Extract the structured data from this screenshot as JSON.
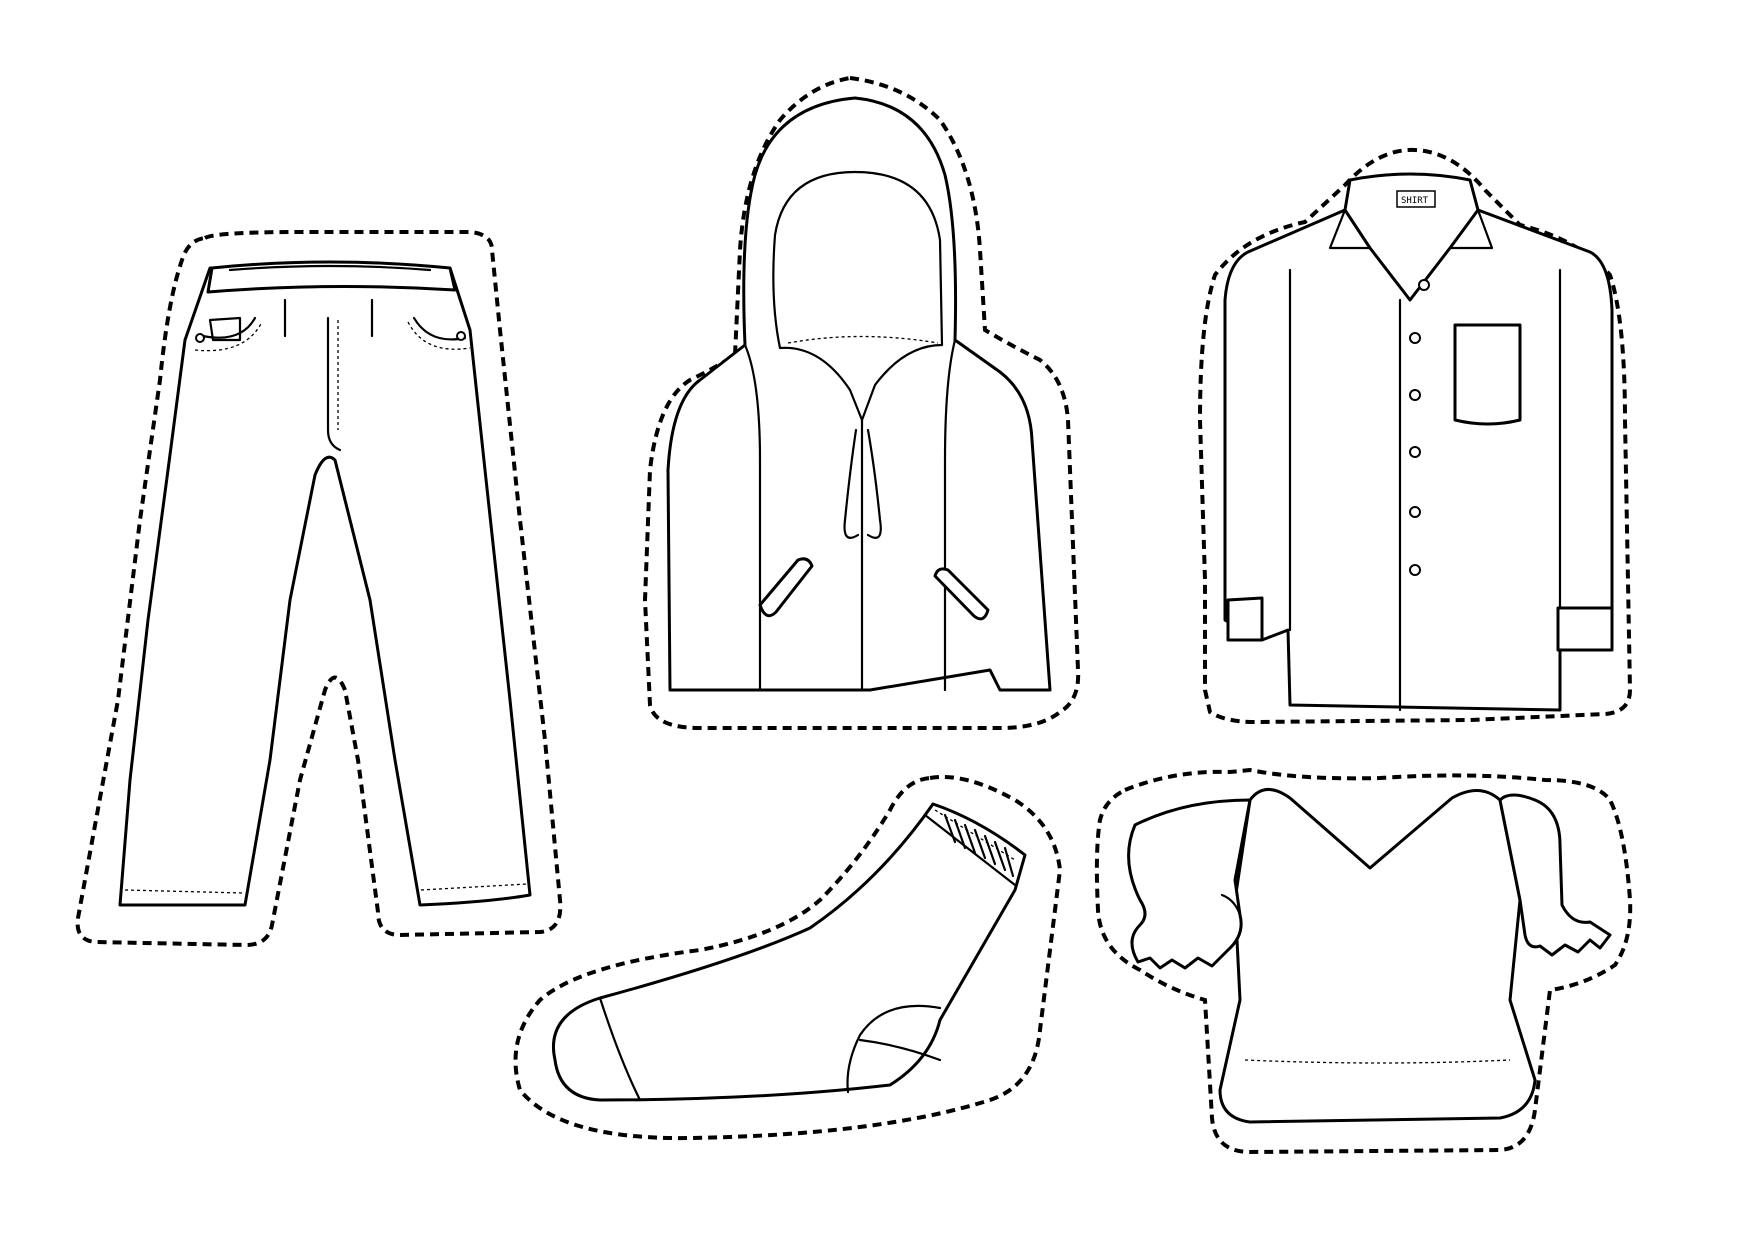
{
  "worksheet": {
    "items": [
      {
        "name": "pants"
      },
      {
        "name": "hoodie"
      },
      {
        "name": "shirt",
        "tag_text": "SHIRT"
      },
      {
        "name": "sock"
      },
      {
        "name": "blouse"
      }
    ]
  }
}
